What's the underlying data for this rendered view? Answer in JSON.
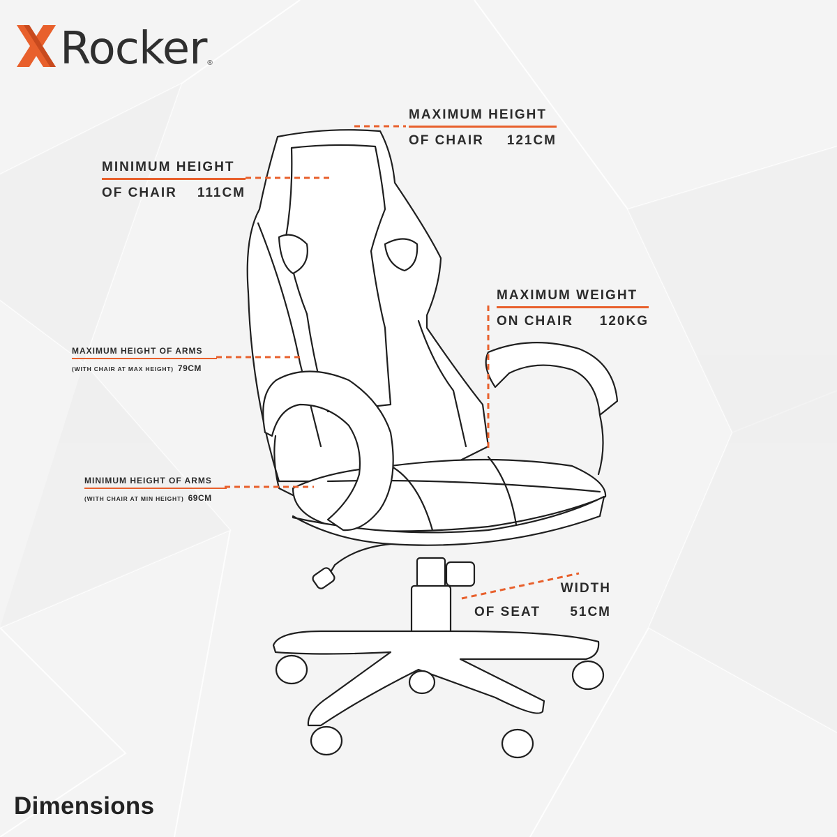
{
  "brand": {
    "name": "Rocker",
    "registered_mark": "®",
    "accent_color": "#e8602c"
  },
  "callouts": {
    "max_height_chair": {
      "line1": "MAXIMUM HEIGHT",
      "line2": "OF CHAIR",
      "value": "121CM"
    },
    "min_height_chair": {
      "line1": "MINIMUM HEIGHT",
      "line2": "OF CHAIR",
      "value": "111CM"
    },
    "max_weight": {
      "line1": "MAXIMUM WEIGHT",
      "line2": "ON CHAIR",
      "value": "120KG"
    },
    "max_height_arms": {
      "line1": "MAXIMUM HEIGHT OF ARMS",
      "line2": "(WITH CHAIR AT MAX HEIGHT)",
      "value": "79CM"
    },
    "min_height_arms": {
      "line1": "MINIMUM HEIGHT OF ARMS",
      "line2": "(WITH CHAIR AT MIN HEIGHT)",
      "value": "69CM"
    },
    "seat_width": {
      "line1": "WIDTH",
      "line2": "OF SEAT",
      "value": "51CM"
    }
  },
  "footer": {
    "title": "Dimensions"
  }
}
